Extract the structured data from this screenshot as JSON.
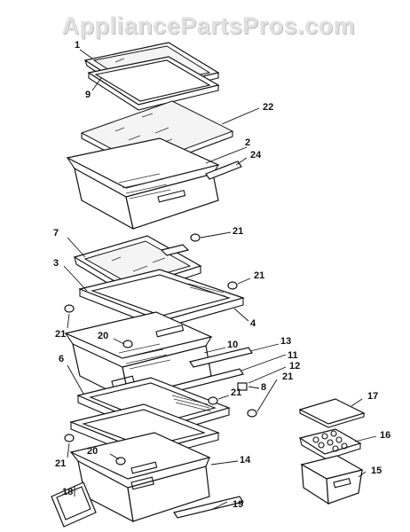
{
  "watermark": "AppliancePartsPros.com",
  "callouts": [
    "1",
    "9",
    "22",
    "2",
    "24",
    "7",
    "21",
    "3",
    "21",
    "4",
    "21",
    "20",
    "10",
    "13",
    "6",
    "11",
    "12",
    "8",
    "21",
    "21",
    "17",
    "16",
    "20",
    "21",
    "14",
    "15",
    "18",
    "19"
  ]
}
